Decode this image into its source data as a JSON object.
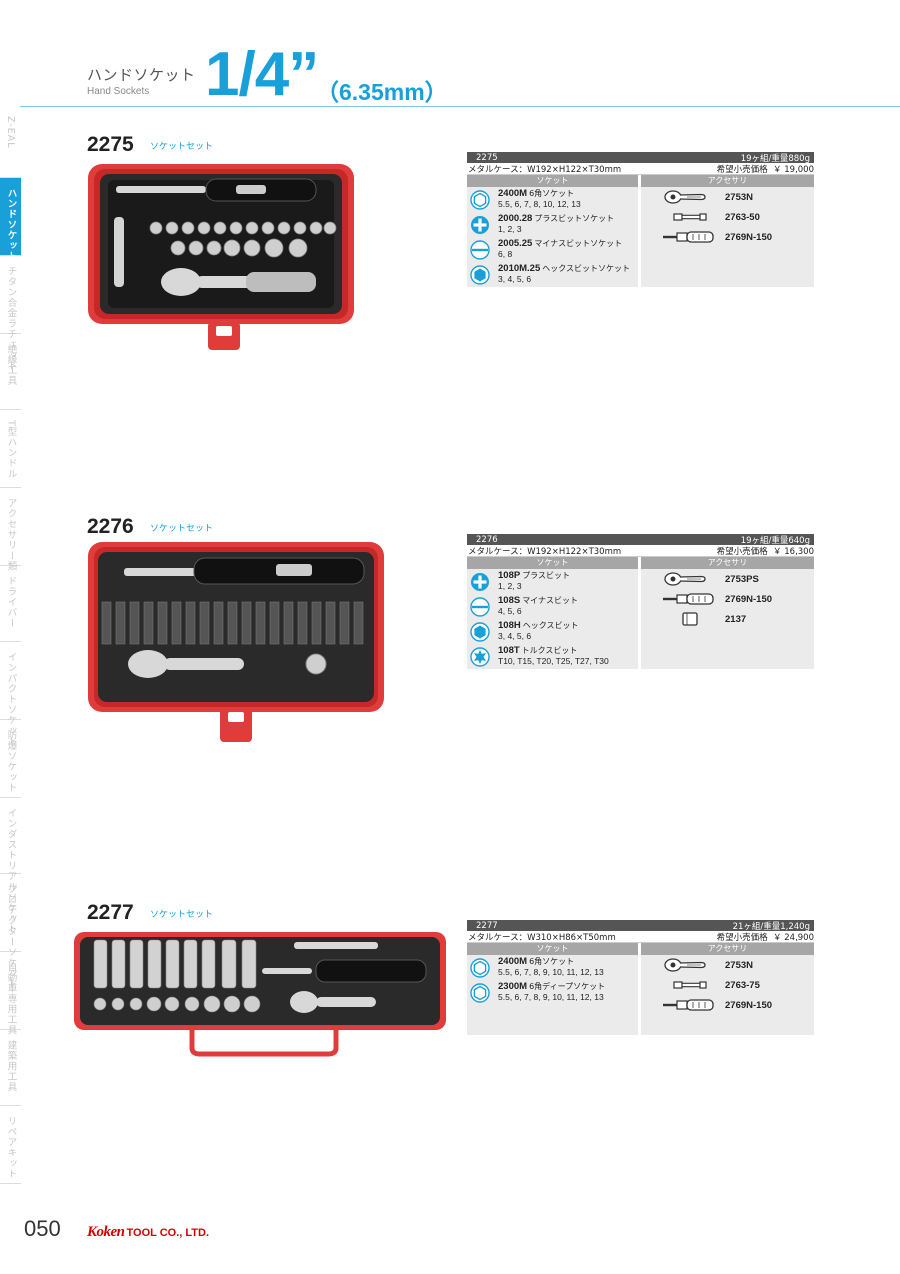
{
  "header": {
    "title_ja": "ハンドソケット",
    "title_en": "Hand Sockets",
    "size": "1/4”",
    "size_mm": "（6.35mm）"
  },
  "side_tabs": [
    {
      "label": "Z-EAL",
      "active": false
    },
    {
      "label": "ハンドソケット",
      "active": true
    },
    {
      "label": "チタン合金ラチェット",
      "active": false
    },
    {
      "label": "絶縁工具",
      "active": false
    },
    {
      "label": "T型ハンドル",
      "active": false
    },
    {
      "label": "アクセサリー類",
      "active": false
    },
    {
      "label": "ドライバー",
      "active": false
    },
    {
      "label": "インパクトソケット",
      "active": false
    },
    {
      "label": "防爆ソケット",
      "active": false
    },
    {
      "label": "インダストリアルソケット",
      "active": false
    },
    {
      "label": "プロテクターソケット",
      "active": false
    },
    {
      "label": "自動車専用工具",
      "active": false
    },
    {
      "label": "建築用工具",
      "active": false
    },
    {
      "label": "リペアキット",
      "active": false
    }
  ],
  "sections": [
    {
      "code": "2275",
      "label": "ソケットセット",
      "spec": {
        "header_code": "2275",
        "count_weight": "19ヶ組/重量880g",
        "case": "メタルケース：W192×H122×T30mm",
        "price_label": "希望小売価格",
        "price": "￥ 19,000",
        "socket_header": "ソケット",
        "accessory_header": "アクセサリ",
        "sockets": [
          {
            "icon": "hex-icon",
            "code": "2400M",
            "name": "6角ソケット",
            "sizes": "5.5, 6, 7, 8, 10, 12, 13"
          },
          {
            "icon": "plus-bit-icon",
            "code": "2000.28",
            "name": "プラスビットソケット",
            "sizes": "1, 2, 3"
          },
          {
            "icon": "slotted-bit-icon",
            "code": "2005.25",
            "name": "マイナスビットソケット",
            "sizes": "6, 8"
          },
          {
            "icon": "hex-bit-icon",
            "code": "2010M.25",
            "name": "ヘックスビットソケット",
            "sizes": "3, 4, 5, 6"
          }
        ],
        "accessories": [
          {
            "icon": "ratchet-icon",
            "code": "2753N"
          },
          {
            "icon": "extension-bar-icon",
            "code": "2763-50"
          },
          {
            "icon": "screwdriver-handle-icon",
            "code": "2769N-150"
          }
        ]
      }
    },
    {
      "code": "2276",
      "label": "ソケットセット",
      "spec": {
        "header_code": "2276",
        "count_weight": "19ヶ組/重量640g",
        "case": "メタルケース：W192×H122×T30mm",
        "price_label": "希望小売価格",
        "price": "￥ 16,300",
        "socket_header": "ソケット",
        "accessory_header": "アクセサリ",
        "sockets": [
          {
            "icon": "plus-bit-icon",
            "code": "108P",
            "name": "プラスビット",
            "sizes": "1, 2, 3"
          },
          {
            "icon": "slotted-bit-icon",
            "code": "108S",
            "name": "マイナスビット",
            "sizes": "4, 5, 6"
          },
          {
            "icon": "hex-bit-icon",
            "code": "108H",
            "name": "ヘックスビット",
            "sizes": "3, 4, 5, 6"
          },
          {
            "icon": "torx-bit-icon",
            "code": "108T",
            "name": "トルクスビット",
            "sizes": "T10, T15, T20, T25, T27, T30"
          }
        ],
        "accessories": [
          {
            "icon": "ratchet-icon",
            "code": "2753PS"
          },
          {
            "icon": "screwdriver-handle-icon",
            "code": "2769N-150"
          },
          {
            "icon": "bit-adapter-icon",
            "code": "2137"
          }
        ]
      }
    },
    {
      "code": "2277",
      "label": "ソケットセット",
      "spec": {
        "header_code": "2277",
        "count_weight": "21ヶ組/重量1,240g",
        "case": "メタルケース：W310×H86×T50mm",
        "price_label": "希望小売価格",
        "price": "￥ 24,900",
        "socket_header": "ソケット",
        "accessory_header": "アクセサリ",
        "sockets": [
          {
            "icon": "hex-icon",
            "code": "2400M",
            "name": "6角ソケット",
            "sizes": "5.5, 6, 7, 8, 9, 10, 11, 12, 13"
          },
          {
            "icon": "hex-icon",
            "code": "2300M",
            "name": "6角ディープソケット",
            "sizes": "5.5, 6, 7, 8, 9, 10, 11, 12, 13"
          }
        ],
        "accessories": [
          {
            "icon": "ratchet-icon",
            "code": "2753N"
          },
          {
            "icon": "extension-bar-icon",
            "code": "2763-75"
          },
          {
            "icon": "screwdriver-handle-icon",
            "code": "2769N-150"
          }
        ]
      }
    }
  ],
  "footer": {
    "page_number": "050",
    "brand_logo": "Koken",
    "brand_company": "TOOL CO., LTD."
  },
  "colors": {
    "accent": "#1aa0d8",
    "case_red": "#e03c3c",
    "brand_red": "#d40000"
  }
}
